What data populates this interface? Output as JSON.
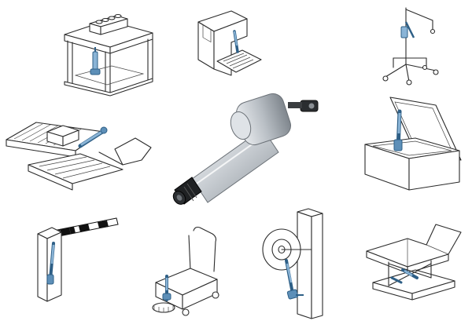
{
  "colors": {
    "actuator_blue": "#8ab4d6",
    "actuator_blue_dark": "#5d8fb8",
    "line": "#2b2b2b",
    "body_silver": "#d8dce0",
    "barrier_black": "#111111"
  },
  "illustrations": [
    "engine-press-station",
    "machine-console-with-pedal",
    "patient-lift",
    "conveyor-chute",
    "linear-actuator",
    "hinged-hatch-box",
    "boom-barrier-gate",
    "floor-scrubber-cart",
    "vertical-post-with-wheel",
    "adjustable-bed"
  ]
}
